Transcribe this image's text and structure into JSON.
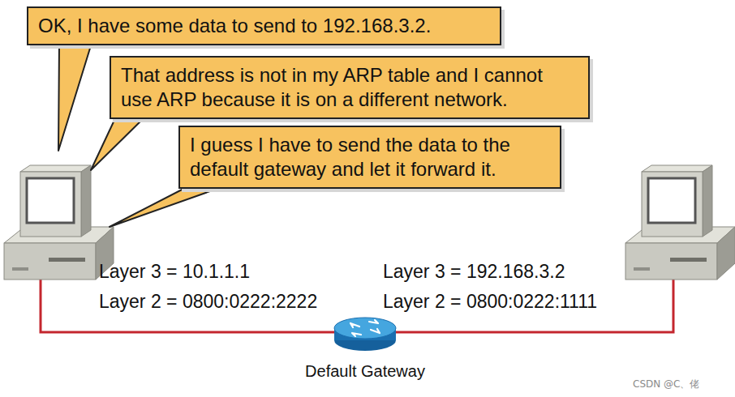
{
  "diagram": {
    "nodes": [
      {
        "text": [
          "OK, I have some data to send to 192.168.3.2."
        ]
      },
      {
        "text": [
          "That address is not in my ARP table and I cannot use ARP because it is on a different network."
        ]
      },
      {
        "text": [
          "I guess I have to send the data to the default gateway and let it forward it."
        ]
      },
      {
        "text": [
          "Default Gateway"
        ]
      }
    ],
    "labels": [
      "Layer 3 = 10.1.1.1",
      "Layer 2 = 0800:0222:2222",
      "Layer 3 = 192.168.3.2",
      "Layer 2 = 0800:0222:1111",
      "CSDN @C、佬"
    ]
  }
}
